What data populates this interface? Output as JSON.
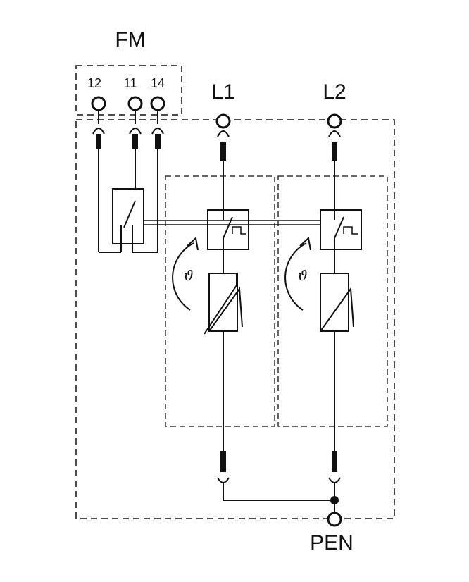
{
  "diagram": {
    "fm_block": {
      "title": "FM",
      "pins": [
        "12",
        "11",
        "14"
      ]
    },
    "phases": [
      "L1",
      "L2"
    ],
    "output": "PEN",
    "thermal_symbol": "ϑ",
    "colors": {
      "ink": "#111111",
      "background": "#ffffff"
    }
  }
}
